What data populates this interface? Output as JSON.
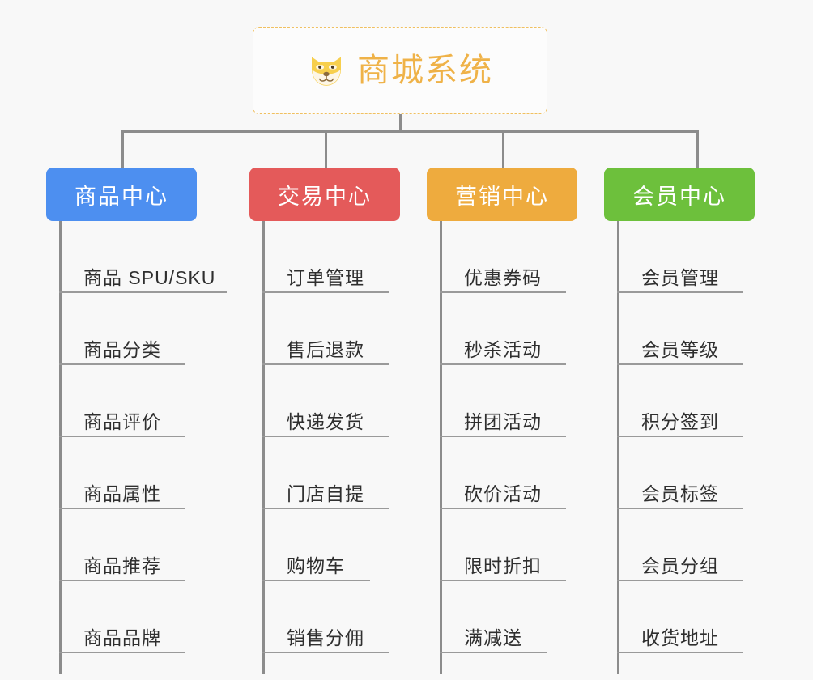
{
  "root": {
    "title": "商城系统",
    "icon": "shiba-dog-icon",
    "border_color": "#f0c060",
    "text_color": "#efb248",
    "background": "#fcfcfc"
  },
  "canvas": {
    "background": "#f8f8f8",
    "connector_color": "#8c8c8c"
  },
  "columns": [
    {
      "id": "product-center",
      "title": "商品中心",
      "color": "#4d8ff0",
      "items": [
        "商品 SPU/SKU",
        "商品分类",
        "商品评价",
        "商品属性",
        "商品推荐",
        "商品品牌"
      ]
    },
    {
      "id": "trade-center",
      "title": "交易中心",
      "color": "#e45a5a",
      "items": [
        "订单管理",
        "售后退款",
        "快递发货",
        "门店自提",
        "购物车",
        "销售分佣"
      ]
    },
    {
      "id": "marketing-center",
      "title": "营销中心",
      "color": "#eeab3e",
      "items": [
        "优惠券码",
        "秒杀活动",
        "拼团活动",
        "砍价活动",
        "限时折扣",
        "满减送"
      ]
    },
    {
      "id": "member-center",
      "title": "会员中心",
      "color": "#6dc03c",
      "items": [
        "会员管理",
        "会员等级",
        "积分签到",
        "会员标签",
        "会员分组",
        "收货地址"
      ]
    }
  ]
}
